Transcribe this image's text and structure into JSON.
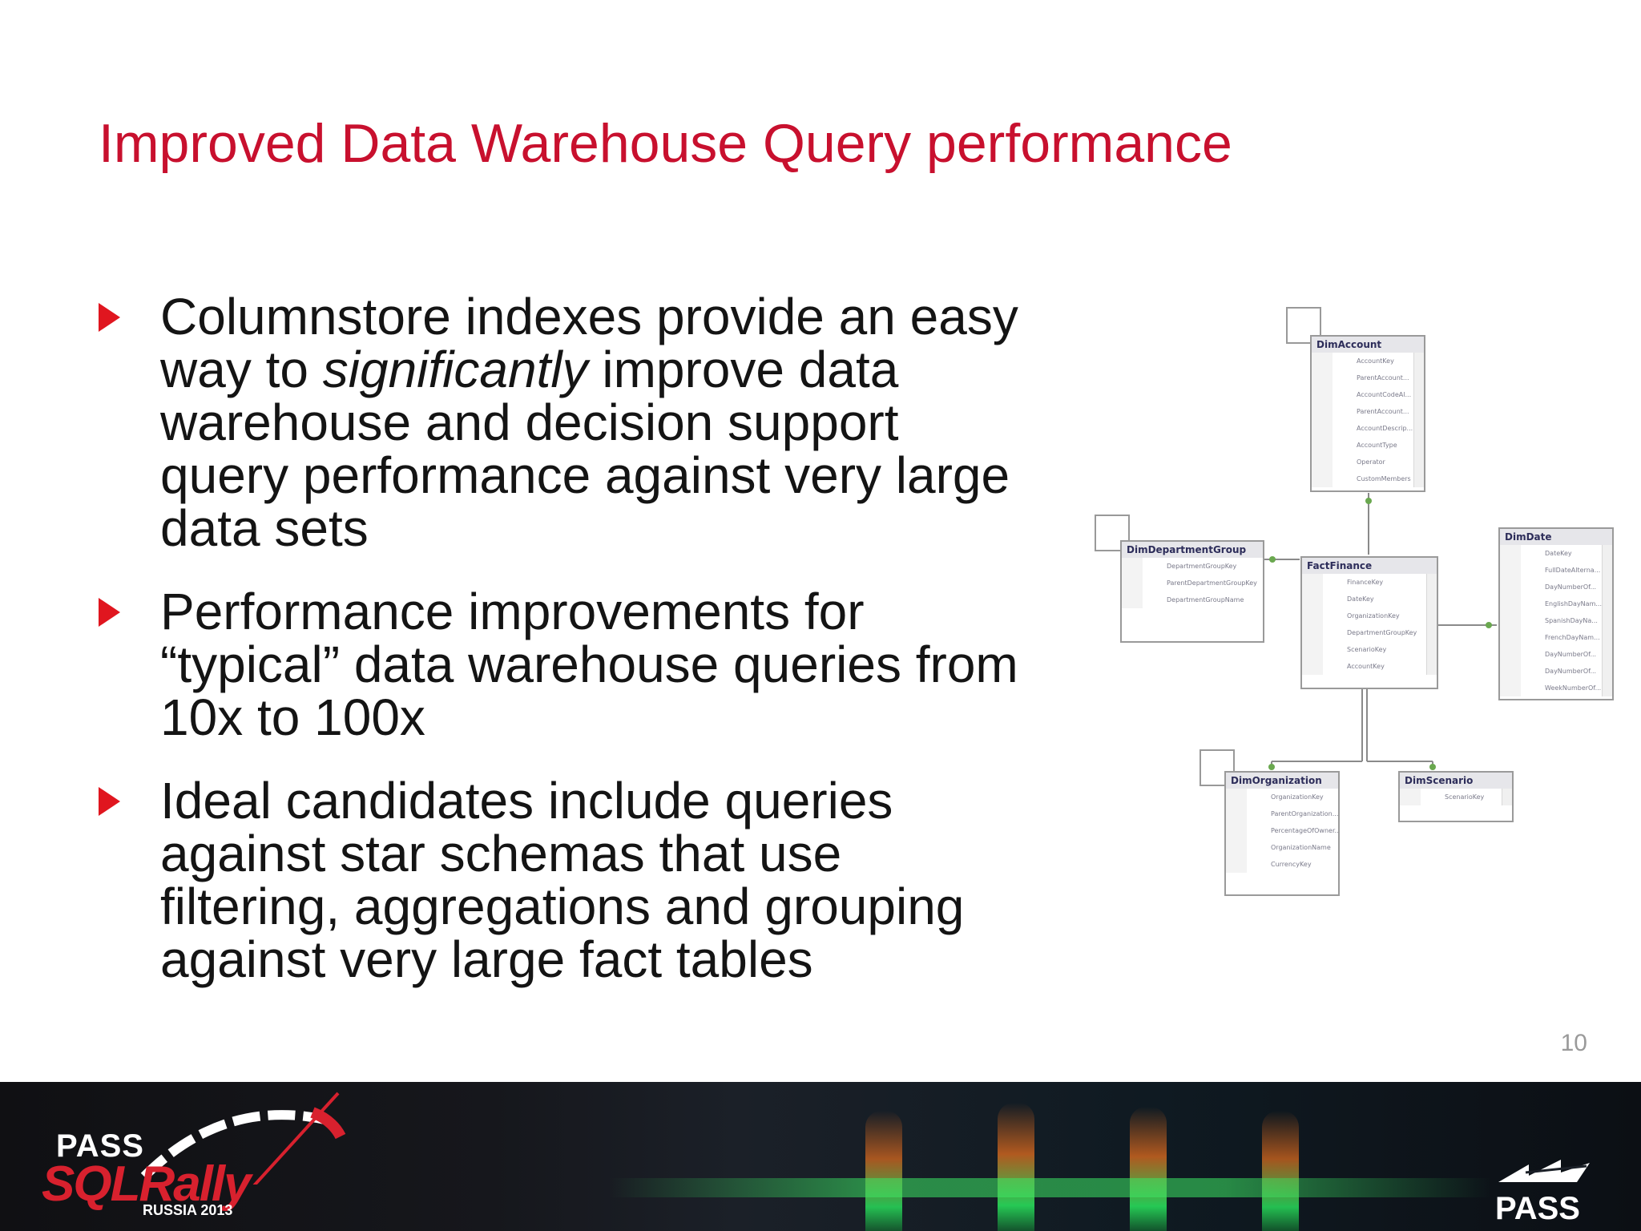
{
  "slide": {
    "title": "Improved Data Warehouse Query performance",
    "bullets": [
      {
        "before": "Columnstore indexes provide an easy way to ",
        "emphasis": "significantly",
        "after": " improve data warehouse and decision support query performance against very large data sets"
      },
      {
        "before": "Performance improvements for “typical” data warehouse queries from 10x to 100x",
        "emphasis": "",
        "after": ""
      },
      {
        "before": "Ideal candidates include queries against star schemas that use filtering, aggregations and grouping against very large fact tables",
        "emphasis": "",
        "after": ""
      }
    ],
    "page_number": "10"
  },
  "diagram": {
    "tables": [
      {
        "name": "DimAccount",
        "columns": [
          "AccountKey",
          "ParentAccount...",
          "AccountCodeAl...",
          "ParentAccount...",
          "AccountDescrip...",
          "AccountType",
          "Operator",
          "CustomMembers"
        ]
      },
      {
        "name": "DimDepartmentGroup",
        "columns": [
          "DepartmentGroupKey",
          "ParentDepartmentGroupKey",
          "DepartmentGroupName"
        ]
      },
      {
        "name": "FactFinance",
        "columns": [
          "FinanceKey",
          "DateKey",
          "OrganizationKey",
          "DepartmentGroupKey",
          "ScenarioKey",
          "AccountKey"
        ]
      },
      {
        "name": "DimDate",
        "columns": [
          "DateKey",
          "FullDateAlterna...",
          "DayNumberOf...",
          "EnglishDayNam...",
          "SpanishDayNa...",
          "FrenchDayNam...",
          "DayNumberOf...",
          "DayNumberOf...",
          "WeekNumberOf..."
        ]
      },
      {
        "name": "DimOrganization",
        "columns": [
          "OrganizationKey",
          "ParentOrganization...",
          "PercentageOfOwner...",
          "OrganizationName",
          "CurrencyKey"
        ]
      },
      {
        "name": "DimScenario",
        "columns": [
          "ScenarioKey"
        ]
      }
    ]
  },
  "footer": {
    "logo_pass": "PASS",
    "logo_sqlrally": "SQLRally",
    "logo_event": "RUSSIA 2013",
    "right_logo": "PASS"
  },
  "colors": {
    "title": "#c8102e",
    "bullet_marker": "#e0161f",
    "body_text": "#141414",
    "logo_red": "#d8212e"
  }
}
